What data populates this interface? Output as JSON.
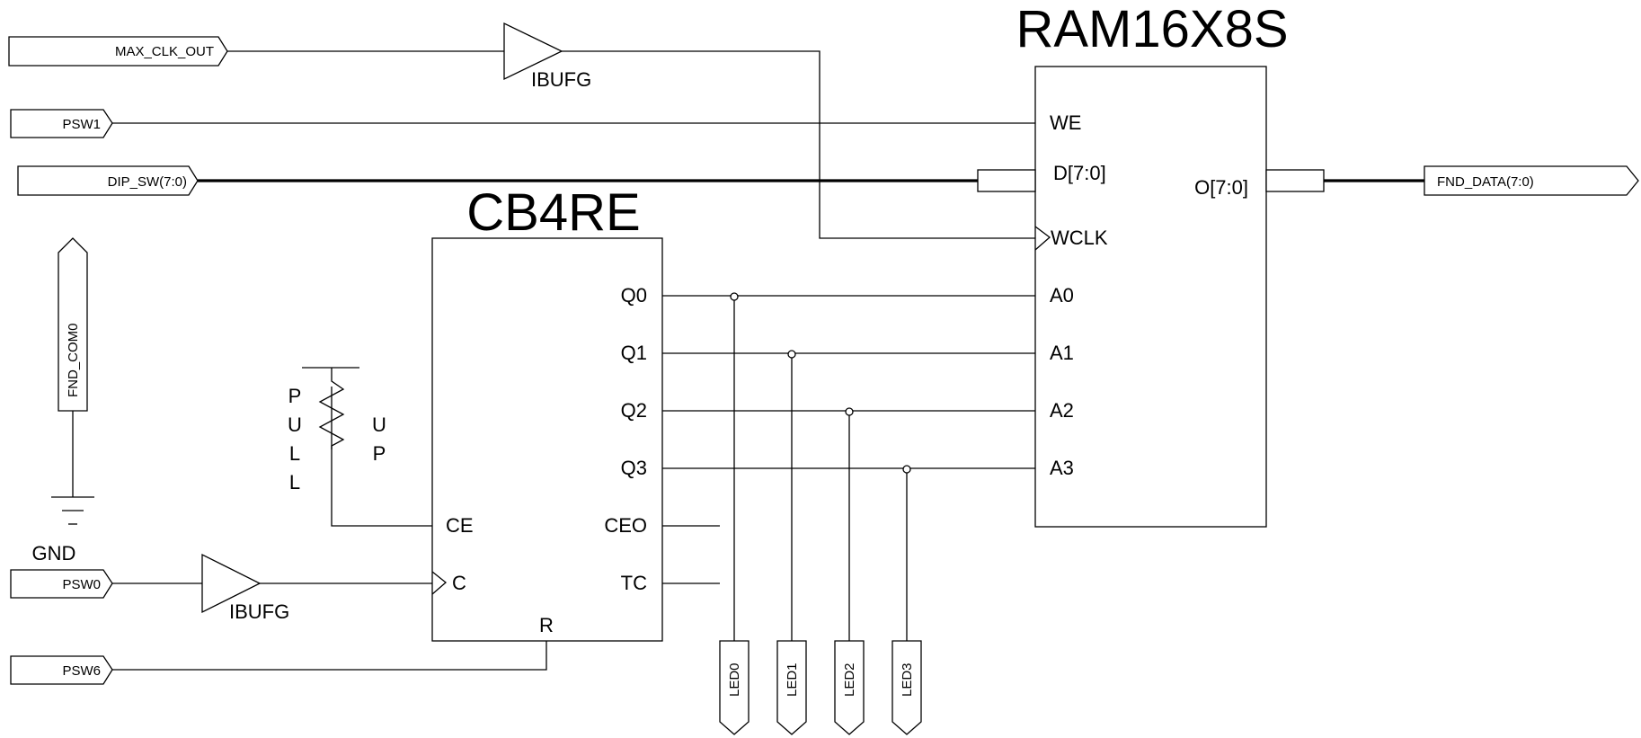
{
  "chips": {
    "ram": {
      "title": "RAM16X8S",
      "pins": {
        "we": "WE",
        "d": "D[7:0]",
        "o": "O[7:0]",
        "wclk": "WCLK",
        "a0": "A0",
        "a1": "A1",
        "a2": "A2",
        "a3": "A3"
      }
    },
    "counter": {
      "title": "CB4RE",
      "pins": {
        "q0": "Q0",
        "q1": "Q1",
        "q2": "Q2",
        "q3": "Q3",
        "ceo": "CEO",
        "tc": "TC",
        "ce": "CE",
        "c": "C",
        "r": "R"
      }
    }
  },
  "ports": {
    "max_clk_out": "MAX_CLK_OUT",
    "psw1": "PSW1",
    "dip_sw": "DIP_SW(7:0)",
    "fnd_data": "FND_DATA(7:0)",
    "fnd_com0": "FND_COM0",
    "psw0": "PSW0",
    "psw6": "PSW6",
    "led0": "LED0",
    "led1": "LED1",
    "led2": "LED2",
    "led3": "LED3"
  },
  "buffers": {
    "ibufg_top": "IBUFG",
    "ibufg_bottom": "IBUFG"
  },
  "pullup": {
    "letters_left": [
      "P",
      "U",
      "L",
      "L"
    ],
    "letters_right": [
      "U",
      "P"
    ]
  },
  "ground": {
    "label": "GND"
  }
}
